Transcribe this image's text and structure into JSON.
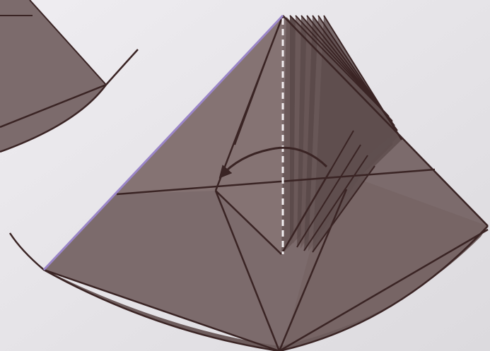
{
  "colors": {
    "background": "#e6e4e8",
    "paper": "#7c6b6c",
    "paper_light": "#8a7878",
    "paper_dark": "#5c4b4b",
    "crease_line": "#3a2424",
    "edge_highlight": "#9b86c9",
    "valley_fold": "#f2eef0"
  },
  "figures": [
    {
      "name": "partial-paper-cone"
    },
    {
      "name": "folded-paper-cone"
    }
  ],
  "icons": [
    "fold-arrow-icon",
    "rotation-arrow-icon",
    "valley-fold-line",
    "pleated-layers-icon"
  ]
}
